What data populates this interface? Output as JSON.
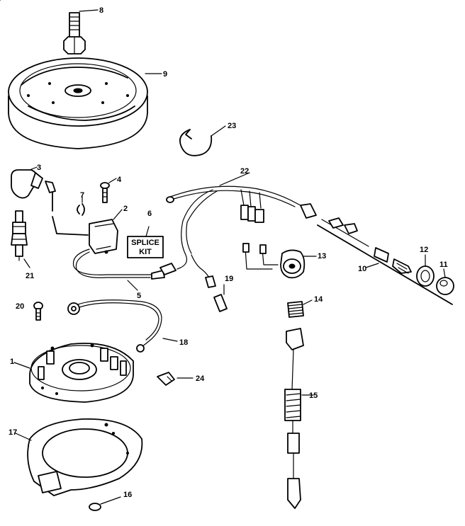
{
  "callouts": {
    "c1": "1",
    "c2": "2",
    "c3": "3",
    "c4": "4",
    "c5": "5",
    "c6": "6",
    "c7": "7",
    "c8": "8",
    "c9": "9",
    "c10": "10",
    "c11": "11",
    "c12": "12",
    "c13": "13",
    "c14": "14",
    "c15": "15",
    "c16": "16",
    "c17": "17",
    "c18": "18",
    "c19": "19",
    "c20": "20",
    "c21": "21",
    "c22": "22",
    "c23": "23",
    "c24": "24"
  },
  "splice_kit": {
    "line1": "SPLICE",
    "line2": "KIT"
  }
}
